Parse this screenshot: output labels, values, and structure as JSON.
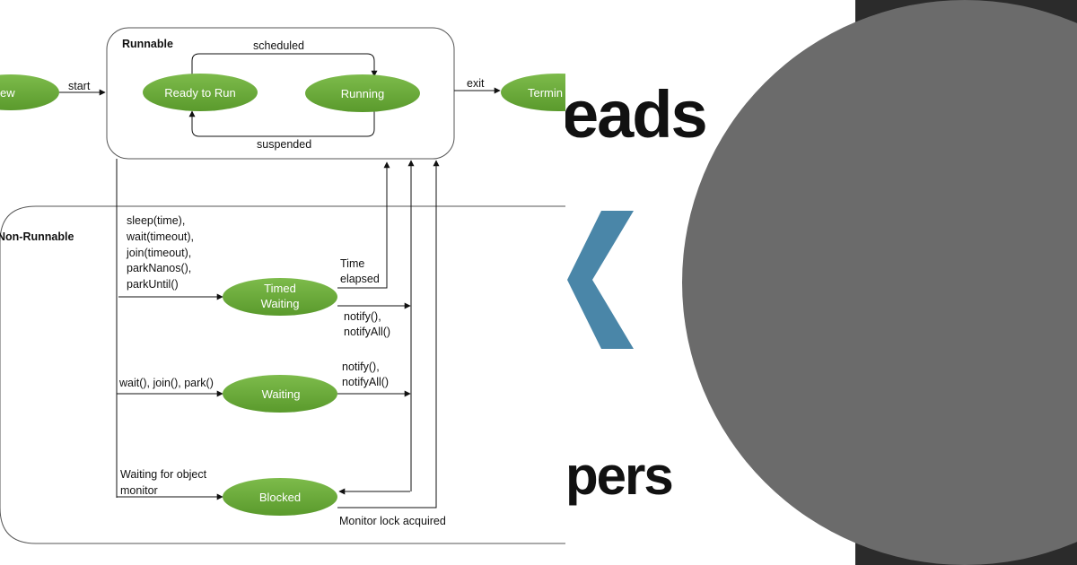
{
  "background": {
    "dark_band_color": "#2b2b2b",
    "circle_color": "#6b6b6b",
    "chevron_color": "#4a86a8",
    "title_fragments": [
      "eads",
      "pers"
    ]
  },
  "diagram": {
    "runnable_label": "Runnable",
    "non_runnable_label": "Non-Runnable",
    "states": {
      "new": "ew",
      "ready": "Ready to Run",
      "running": "Running",
      "terminated": "Termin",
      "timed_waiting_1": "Timed",
      "timed_waiting_2": "Waiting",
      "waiting": "Waiting",
      "blocked": "Blocked"
    },
    "transitions": {
      "start": "start",
      "scheduled": "scheduled",
      "suspended": "suspended",
      "exit": "exit",
      "timed_calls": [
        "sleep(time),",
        "wait(timeout),",
        "join(timeout),",
        "parkNanos(),",
        "parkUntil()"
      ],
      "time_elapsed": [
        "Time",
        "elapsed"
      ],
      "notify_timed": [
        "notify(),",
        "notifyAll()"
      ],
      "wait_calls": "wait(), join(), park()",
      "notify_waiting": [
        "notify(),",
        "notifyAll()"
      ],
      "waiting_monitor": [
        "Waiting for object",
        "monitor"
      ],
      "monitor_acquired": "Monitor lock acquired"
    },
    "state_fill": "#6aaa3a"
  }
}
